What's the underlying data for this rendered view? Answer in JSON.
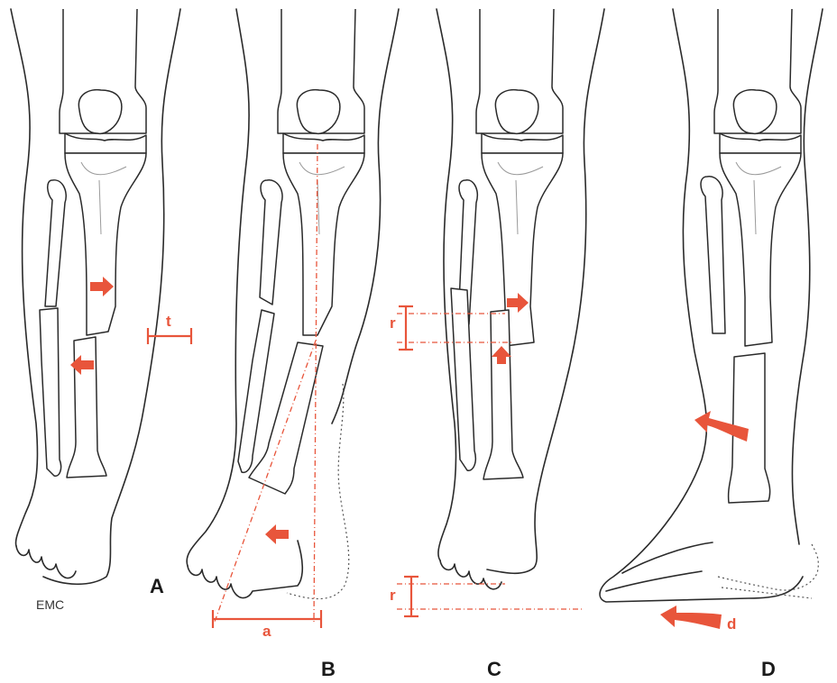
{
  "figure": {
    "credit": "EMC",
    "panels": [
      {
        "letter": "A",
        "measure_label": "t"
      },
      {
        "letter": "B",
        "measure_label": "a"
      },
      {
        "letter": "C",
        "measure_label_upper": "r",
        "measure_label_lower": "r"
      },
      {
        "letter": "D",
        "measure_label": "d"
      }
    ]
  },
  "colors": {
    "annotation": "#e8553b",
    "outline": "#2a2a2a"
  }
}
